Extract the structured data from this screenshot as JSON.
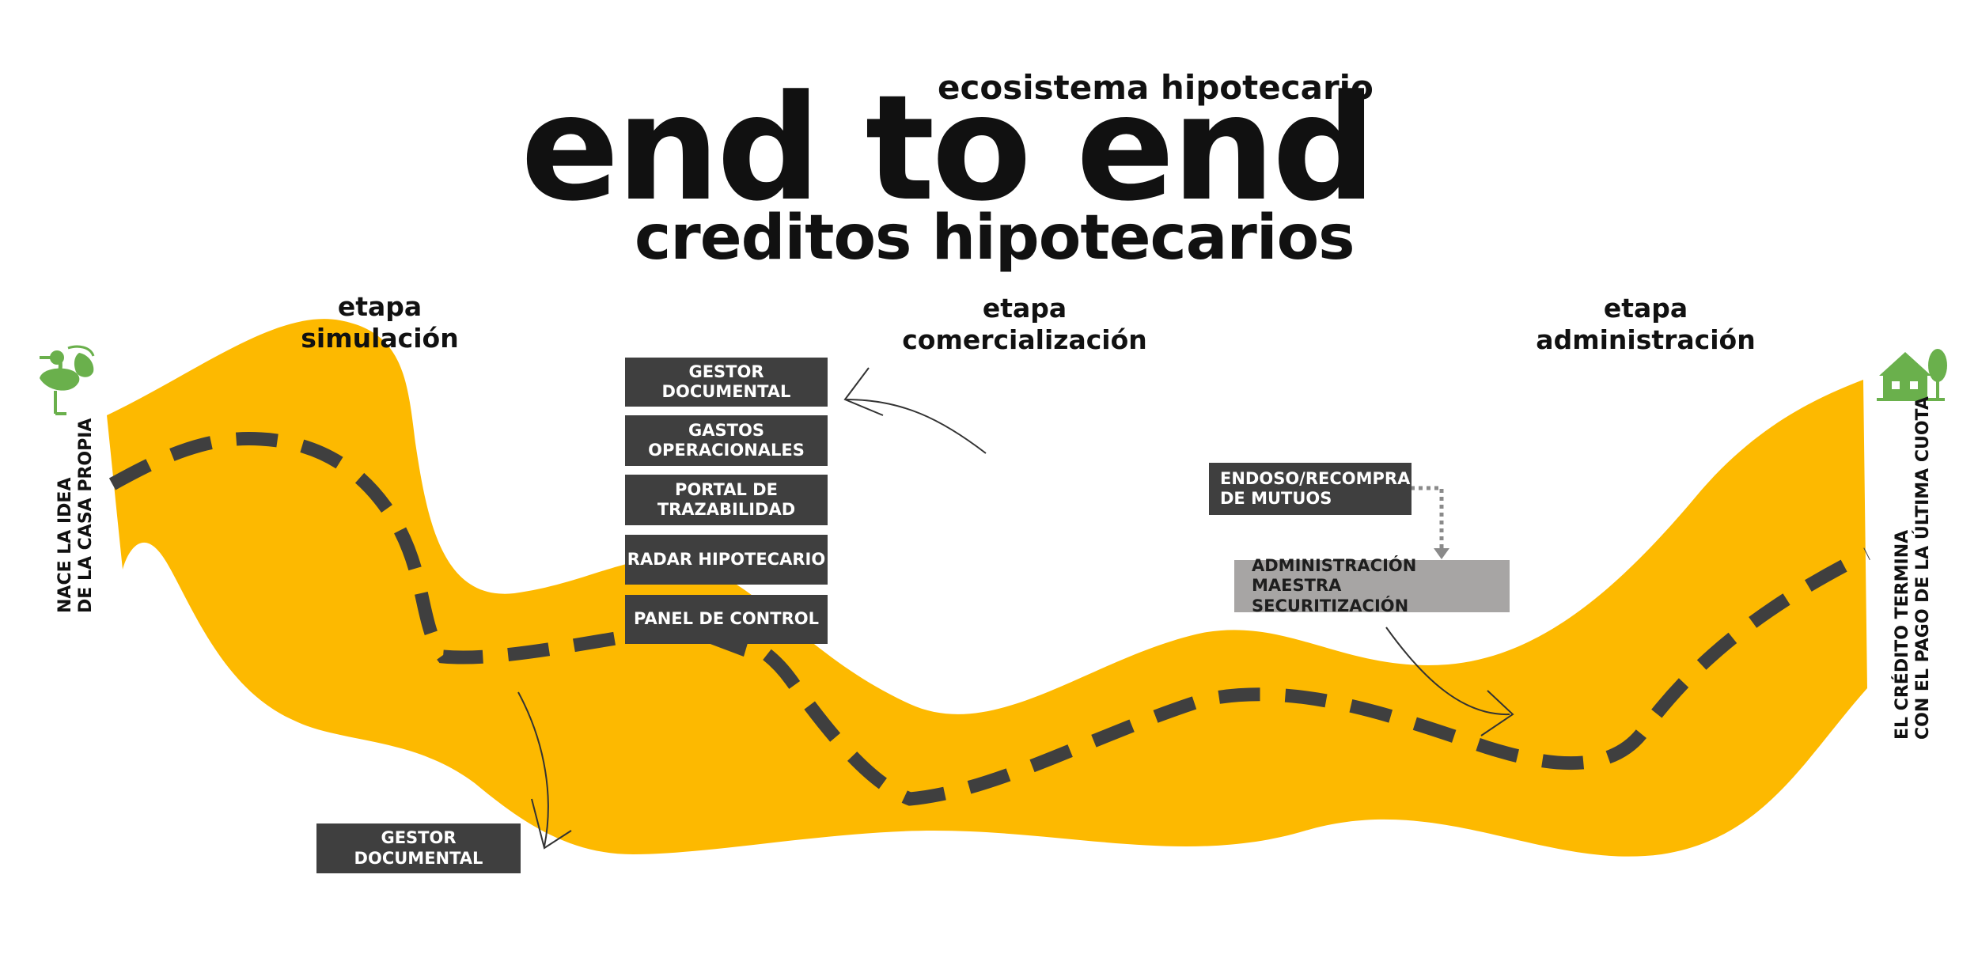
{
  "title": {
    "top": "ecosistema hipotecario",
    "main": "end to end",
    "bottom": "creditos hipotecarios"
  },
  "stages": {
    "simulation": [
      "etapa",
      "simulación"
    ],
    "commercialization": [
      "etapa",
      "comercialización"
    ],
    "administration": [
      "etapa",
      "administración"
    ]
  },
  "side_labels": {
    "start": [
      "NACE LA IDEA",
      "DE LA CASA PROPIA"
    ],
    "end": [
      "EL CRÉDITO TERMINA",
      "CON EL PAGO DE LA ÚLTIMA CUOTA"
    ]
  },
  "boxes": {
    "gestor_top": "GESTOR DOCUMENTAL",
    "gastos": [
      "GASTOS",
      "OPERACIONALES"
    ],
    "portal": [
      "PORTAL DE",
      "TRAZABILIDAD"
    ],
    "radar": "RADAR HIPOTECARIO",
    "panel": "PANEL DE CONTROL",
    "gestor_bottom": "GESTOR DOCUMENTAL",
    "endoso": [
      "ENDOSO/RECOMPRA",
      "DE MUTUOS"
    ],
    "admin": [
      "ADMINISTRACIÓN MAESTRA",
      "SECURITIZACIÓN"
    ]
  },
  "icons": {
    "start": "stork-with-baby-icon",
    "end": "house-with-tree-icon"
  },
  "colors": {
    "road": "#fdb900",
    "dash": "#3f3f3f",
    "box_dark": "#3f3f3f",
    "box_gray": "#a7a5a4",
    "icon_green": "#6ab04c"
  }
}
